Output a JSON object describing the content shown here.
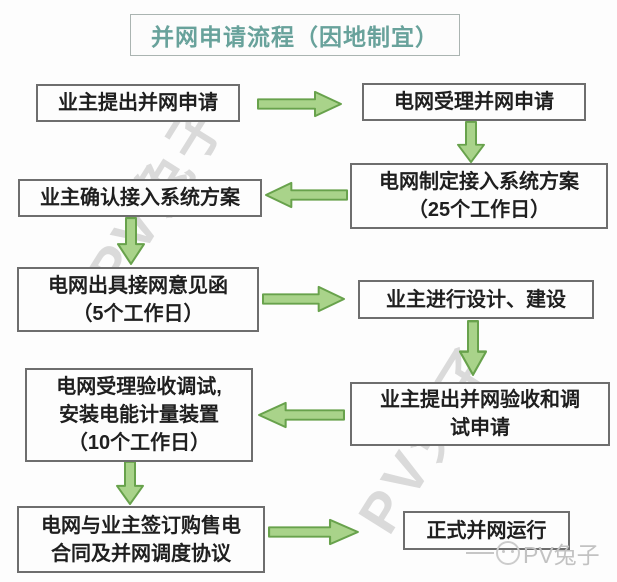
{
  "title": "并网申请流程（因地制宜）",
  "nodes": [
    {
      "name": "owner-submit-application",
      "lines": [
        "业主提出并网申请"
      ]
    },
    {
      "name": "grid-accept-application",
      "lines": [
        "电网受理并网申请"
      ]
    },
    {
      "name": "grid-make-access-plan",
      "lines": [
        "电网制定接入系统方案",
        "（25个工作日）"
      ]
    },
    {
      "name": "owner-confirm-access-plan",
      "lines": [
        "业主确认接入系统方案"
      ]
    },
    {
      "name": "grid-issue-opinion-letter",
      "lines": [
        "电网出具接网意见函",
        "（5个工作日）"
      ]
    },
    {
      "name": "owner-design-build",
      "lines": [
        "业主进行设计、建设"
      ]
    },
    {
      "name": "owner-apply-acceptance-test",
      "lines": [
        "业主提出并网验收和调",
        "试申请"
      ]
    },
    {
      "name": "grid-accept-test-install-meter",
      "lines": [
        "电网受理验收调试,",
        "安装电能计量装置",
        "（10个工作日）"
      ]
    },
    {
      "name": "sign-contracts-agreements",
      "lines": [
        "电网与业主签订购售电",
        "合同及并网调度协议"
      ]
    },
    {
      "name": "official-grid-operation",
      "lines": [
        "正式并网运行"
      ]
    }
  ],
  "watermark": {
    "diagonal_text": "PV兔子",
    "footer_text": "PV兔子"
  },
  "icons": {
    "arrow_right": "block-arrow-right",
    "arrow_left": "block-arrow-left",
    "arrow_down": "block-arrow-down",
    "rabbit_face": "rabbit-face-logo"
  },
  "colors": {
    "title_text": "#68a29b",
    "title_border": "#aab4b1",
    "box_border": "#6e6e6e",
    "box_text": "#1f1f1f",
    "arrow_fill": "#a9d38a",
    "arrow_stroke": "#68a24c",
    "watermark": "#c0c0c0",
    "background": "#fdfdfd"
  }
}
